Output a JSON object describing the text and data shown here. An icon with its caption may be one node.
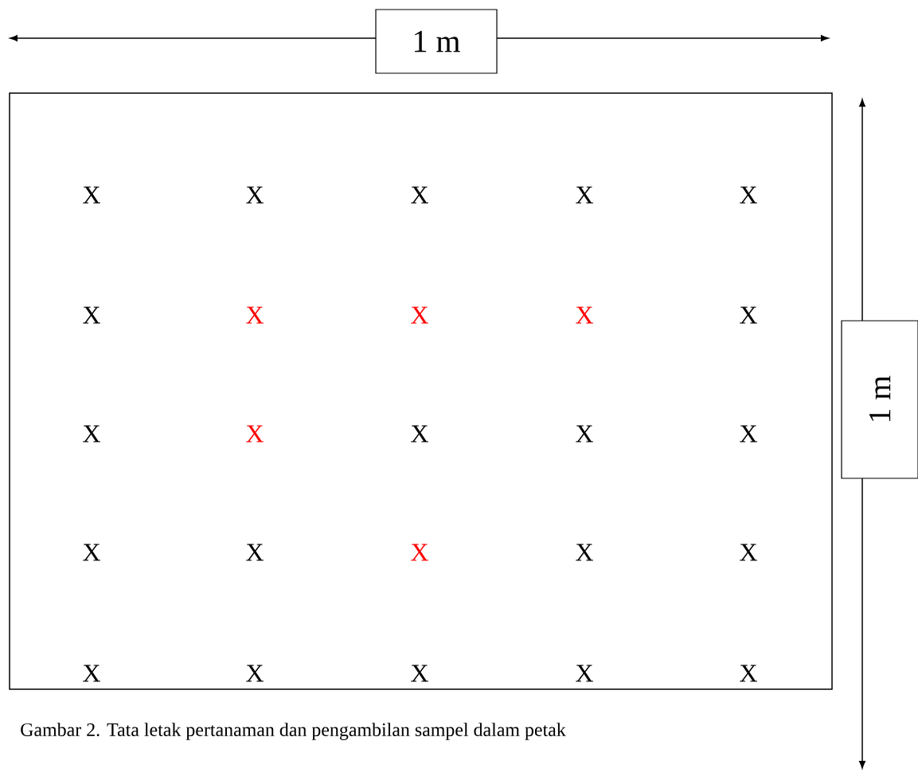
{
  "diagram": {
    "caption": "Gambar 2. Tata letak pertanaman dan pengambilan sampel dalam petak",
    "nodes": [
      {
        "text": [
          "1 m"
        ]
      },
      {
        "text": [
          "X",
          "X",
          "X",
          "X",
          "X",
          "X",
          "X",
          "X",
          "X",
          "X",
          "X",
          "X",
          "X",
          "X",
          "X",
          "X",
          "X",
          "X",
          "X",
          "X",
          "X",
          "X",
          "X",
          "X",
          "X"
        ]
      },
      {
        "text": [
          "1 m"
        ]
      }
    ]
  }
}
